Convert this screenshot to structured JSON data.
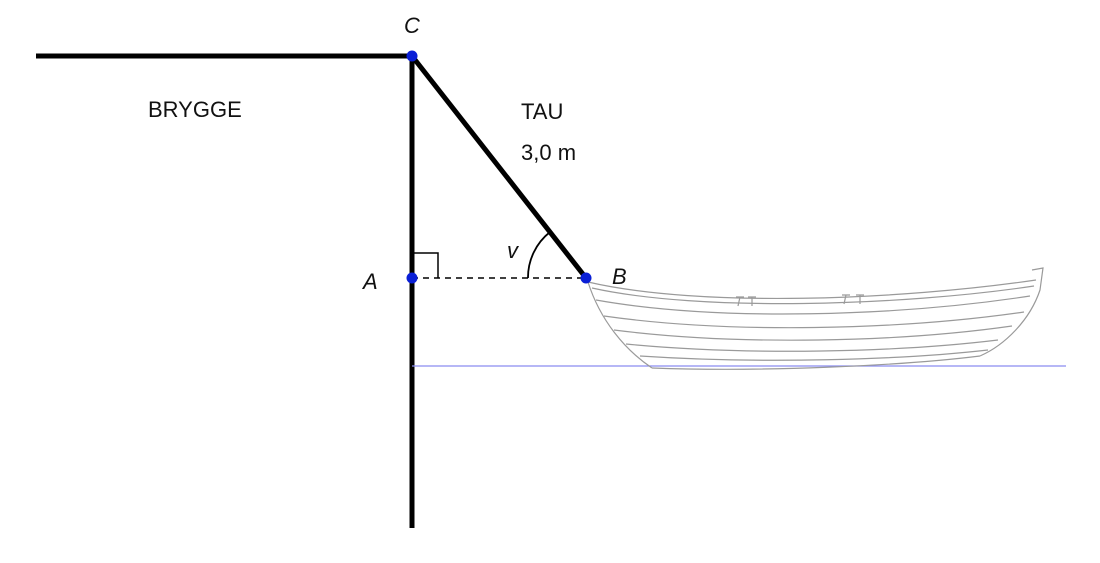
{
  "labels": {
    "point_c": "C",
    "point_a": "A",
    "point_b": "B",
    "angle": "v",
    "dock": "BRYGGE",
    "rope_title": "TAU",
    "rope_length": "3,0 m"
  },
  "colors": {
    "line": "#000000",
    "point": "#0a1fd6",
    "water": "#8a8cf0",
    "boat": "#9a9a9a"
  }
}
